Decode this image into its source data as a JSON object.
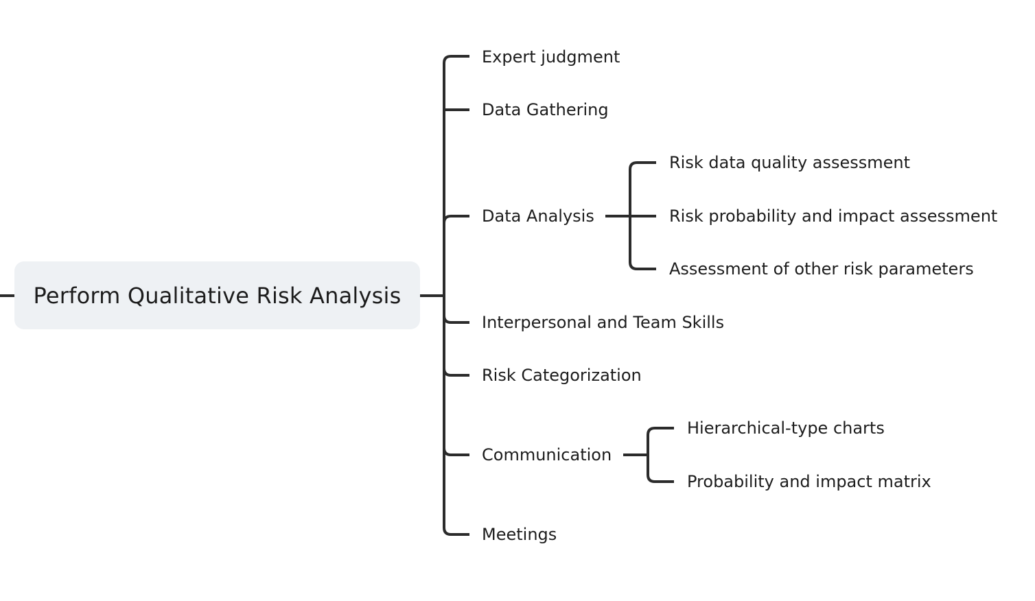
{
  "root": {
    "label": "Perform Qualitative Risk Analysis"
  },
  "branches": [
    {
      "label": "Expert judgment",
      "children": []
    },
    {
      "label": "Data Gathering",
      "children": []
    },
    {
      "label": "Data Analysis",
      "children": [
        "Risk data quality assessment",
        "Risk probability and impact assessment",
        "Assessment of other risk parameters"
      ]
    },
    {
      "label": "Interpersonal and Team Skills",
      "children": []
    },
    {
      "label": "Risk Categorization",
      "children": []
    },
    {
      "label": "Communication",
      "children": [
        "Hierarchical-type charts",
        "Probability and impact matrix"
      ]
    },
    {
      "label": "Meetings",
      "children": []
    }
  ],
  "colors": {
    "connector": "#2b2b2b",
    "root_fill": "#eef1f4",
    "text": "#1c1c1c"
  }
}
